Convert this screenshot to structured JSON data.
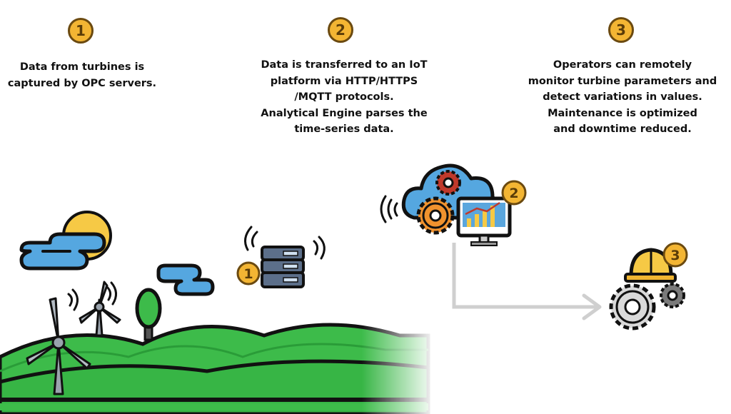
{
  "steps": [
    {
      "number": "1",
      "lines": [
        "Data from turbines is",
        "captured by OPC servers."
      ]
    },
    {
      "number": "2",
      "lines": [
        "Data is transferred to an IoT",
        "platform via HTTP/HTTPS",
        "/MQTT protocols.",
        "Analytical Engine parses the",
        "time-series data."
      ]
    },
    {
      "number": "3",
      "lines": [
        "Operators can remotely",
        "monitor turbine parameters and",
        "detect variations in values.",
        "Maintenance is optimized",
        "and downtime reduced."
      ]
    }
  ],
  "diagram_badges": {
    "server": "1",
    "cloud": "2",
    "operator": "3"
  },
  "colors": {
    "badge": "#f3b533",
    "hill_green": "#3dbb4a",
    "cloud_blue": "#55a7e0",
    "sun_yellow": "#f6c945",
    "gear_orange": "#f0922e",
    "arrow_gray": "#cfcfcf"
  }
}
